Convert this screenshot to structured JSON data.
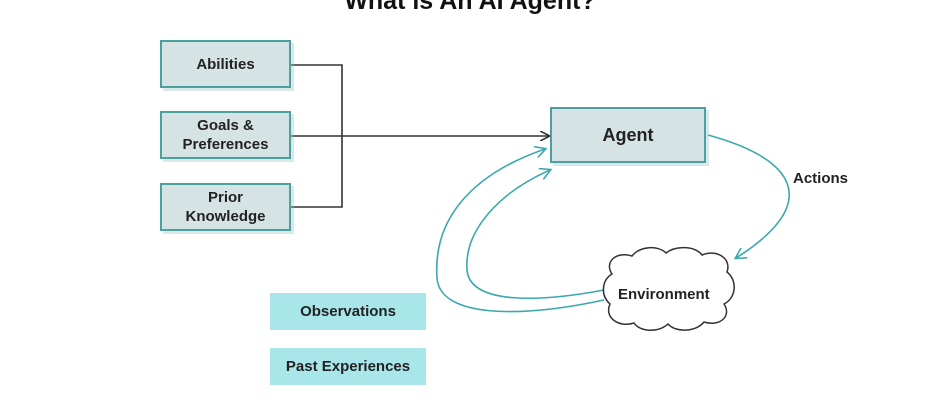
{
  "title": "What is An AI Agent?",
  "inputs": [
    {
      "label": "Abilities"
    },
    {
      "label": "Goals &\nPreferences"
    },
    {
      "label": "Prior\nKnowledge"
    }
  ],
  "agent": {
    "label": "Agent"
  },
  "actions": {
    "label": "Actions"
  },
  "environment": {
    "label": "Environment"
  },
  "feedback": [
    {
      "label": "Observations"
    },
    {
      "label": "Past Experiences"
    }
  ],
  "colors": {
    "node_fill": "#d5e3e4",
    "node_border": "#4e9fa0",
    "tag_fill": "#a8e6ea",
    "loop_stroke": "#3aa9ad",
    "wire_stroke": "#333333"
  }
}
